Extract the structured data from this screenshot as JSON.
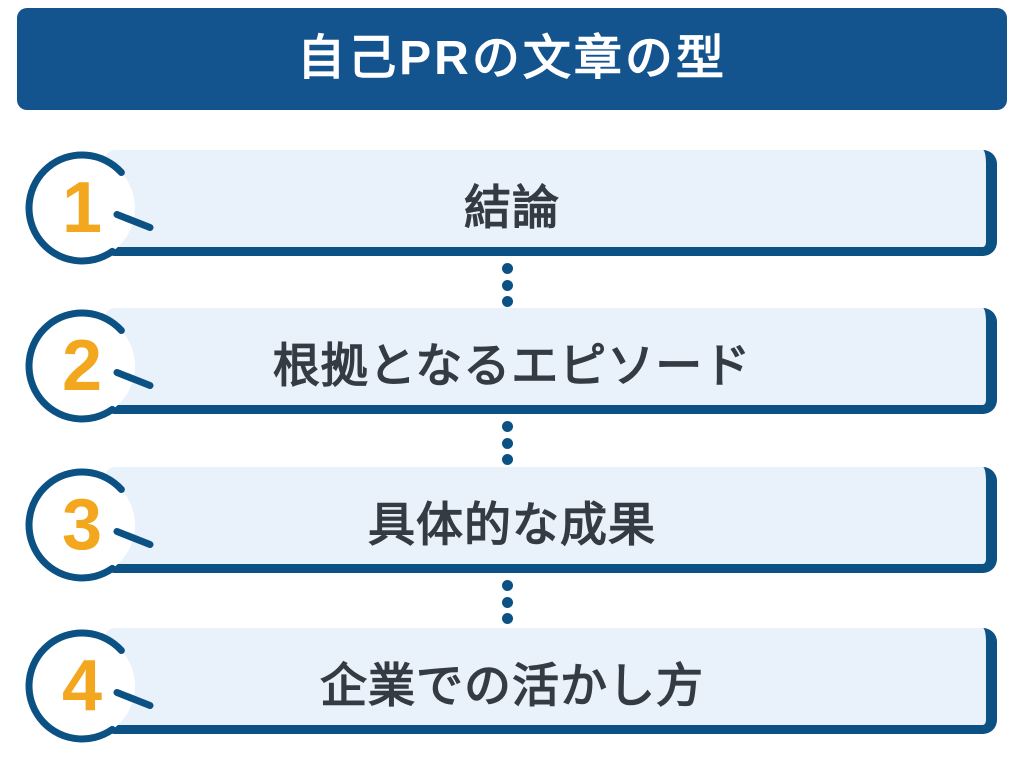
{
  "title": "自己PRの文章の型",
  "steps": [
    {
      "number": "1",
      "label": "結論"
    },
    {
      "number": "2",
      "label": "根拠となるエピソード"
    },
    {
      "number": "3",
      "label": "具体的な成果"
    },
    {
      "number": "4",
      "label": "企業での活かし方"
    }
  ],
  "icons": {
    "step_circle": "hand-drawn-open-circle-with-dash"
  },
  "colors": {
    "header_bg": "#14548E",
    "accent_dark": "#0C5183",
    "box_fill": "#E9F1FA",
    "number_orange": "#F2A71E",
    "label_text": "#343B42",
    "title_text": "#FFFFFF",
    "page_bg": "#FFFFFF"
  }
}
